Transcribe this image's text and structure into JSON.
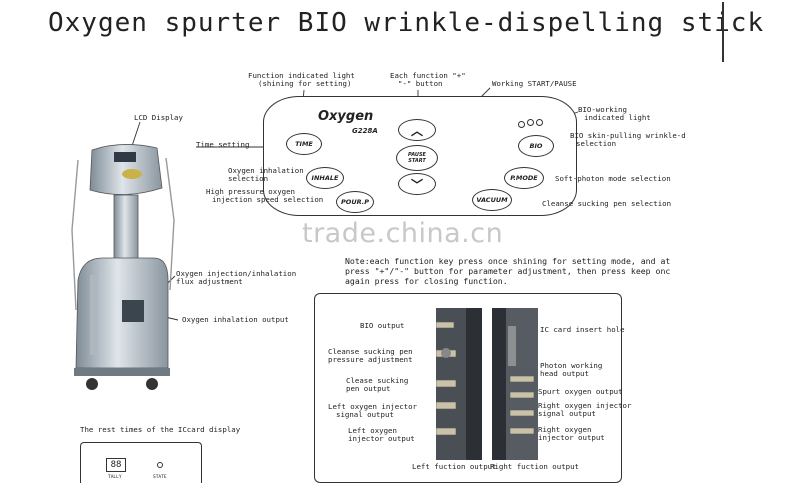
{
  "title": "Oxygen spurter BIO wrinkle-dispelling stick",
  "watermark": "trade.china.cn",
  "panel": {
    "brand": "Oxygen",
    "model": "G228A",
    "buttons": {
      "time": "TIME",
      "inhale": "INHALE",
      "pour": "POUR.P",
      "pause_line1": "PAUSE",
      "pause_line2": "START",
      "bio": "BIO",
      "pmode": "P.MODE",
      "vacuum": "VACUUM"
    }
  },
  "labels": {
    "function_light_1": "Function indicated light",
    "function_light_2": "(shining for setting)",
    "plus_minus_1": "Each function \"+\"",
    "plus_minus_2": "\"-\" button",
    "working": "Working START/PAUSE",
    "bio_working_1": "BIO-working",
    "bio_working_2": "indicated light",
    "bio_skin_1": "BIO skin-pulling wrinkle-d",
    "bio_skin_2": "selection",
    "lcd": "LCD Display",
    "time_setting": "Time setting",
    "oxy_inhal_1": "Oxygen inhalation",
    "oxy_inhal_2": "selection",
    "high_pressure_1": "High pressure oxygen",
    "high_pressure_2": "injection speed selection",
    "soft_photon": "Soft-photon mode selection",
    "cleanse_pen": "Cleanse sucking pen selection",
    "flux_1": "Oxygen injection/inhalation",
    "flux_2": "flux adjustment",
    "inhal_output": "Oxygen inhalation output",
    "rest_times": "The rest times of the ICcard display"
  },
  "note": {
    "line1": "Note:each function key press once shining for setting mode, and at",
    "line2": "press \"+\"/\"-\" button for parameter adjustment, then press keep onc",
    "line3": "again press for closing function."
  },
  "outputs": {
    "bio_output": "BIO output",
    "cleanse_adjust_1": "Cleanse sucking pen",
    "cleanse_adjust_2": "pressure adjustment",
    "cleanse_out_1": "Clease sucking",
    "cleanse_out_2": "pen output",
    "left_inj_sig_1": "Left oxygen injector",
    "left_inj_sig_2": "signal output",
    "left_inj_1": "Left oxygen",
    "left_inj_2": "injector output",
    "left_fuction": "Left fuction output",
    "ic_card": "IC card insert hole",
    "photon_1": "Photon working",
    "photon_2": "head output",
    "spurt": "Spurt oxygen output",
    "right_inj_sig_1": "Right oxygen injector",
    "right_inj_sig_2": "signal output",
    "right_inj_1": "Right oxygen",
    "right_inj_2": "injector output",
    "right_fuction": "Right fuction output"
  },
  "iccard": {
    "display": "88",
    "display_label": "TALLY",
    "status_label": "STATE"
  }
}
